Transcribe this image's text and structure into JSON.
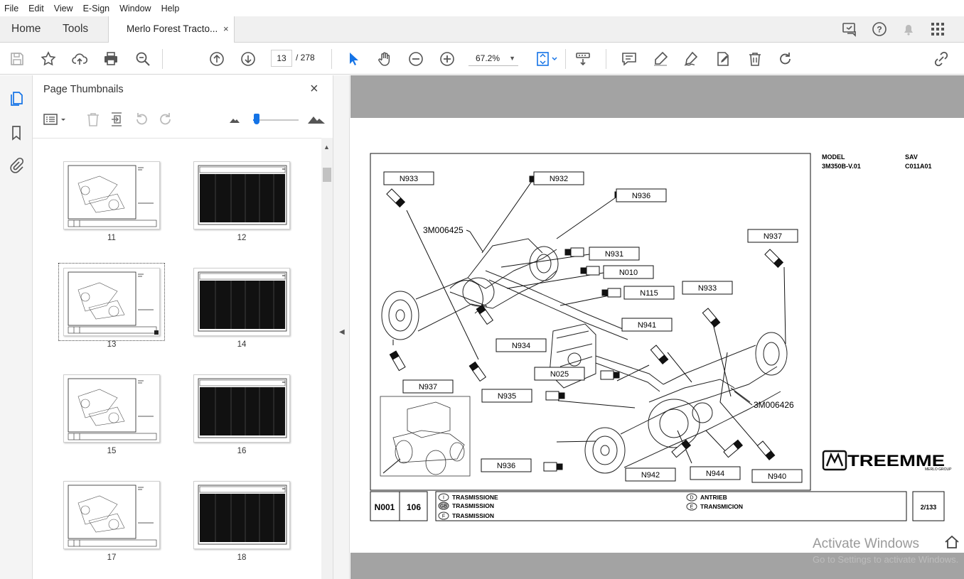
{
  "menu": [
    "File",
    "Edit",
    "View",
    "E-Sign",
    "Window",
    "Help"
  ],
  "tabs": {
    "home": "Home",
    "tools": "Tools",
    "document": "Merlo Forest Tracto...",
    "close": "×"
  },
  "toolbar": {
    "current_page": "13",
    "total_pages": "/  278",
    "zoom": "67.2%",
    "icons": [
      "save-icon",
      "bookmark-star-icon",
      "upload-cloud-icon",
      "print-icon",
      "search-zoom-icon",
      "page-up-icon",
      "page-down-icon",
      "select-arrow-icon",
      "hand-icon",
      "zoom-out-icon",
      "zoom-in-icon",
      "fit-page-icon",
      "scroll-mode-icon",
      "comment-icon",
      "highlight-pen-icon",
      "sign-icon",
      "edit-pdf-icon",
      "delete-icon",
      "rotate-icon",
      "share-link-icon"
    ]
  },
  "panel": {
    "title": "Page Thumbnails",
    "close": "×",
    "thumbnail_size_fraction": 0.06,
    "thumbnails": [
      {
        "num": "11",
        "kind": "drawing"
      },
      {
        "num": "12",
        "kind": "table"
      },
      {
        "num": "13",
        "kind": "drawing",
        "selected": true
      },
      {
        "num": "14",
        "kind": "table"
      },
      {
        "num": "15",
        "kind": "drawing"
      },
      {
        "num": "16",
        "kind": "table"
      },
      {
        "num": "17",
        "kind": "drawing"
      },
      {
        "num": "18",
        "kind": "table"
      }
    ]
  },
  "document_page": {
    "model_label": "MODEL",
    "model_value": "3M350B-V.01",
    "sav_label": "SAV",
    "sav_value": "C011A01",
    "brand": "TREEMME",
    "brand_sub": "MERLO GROUP",
    "part_labels": [
      "N933",
      "N932",
      "N936",
      "N937",
      "N931",
      "N010",
      "N115",
      "N933",
      "N941",
      "N934",
      "N025",
      "N937",
      "N935",
      "N936",
      "N942",
      "N944",
      "N940"
    ],
    "assembly_codes": [
      "3M006425",
      "3M006426"
    ],
    "footer": {
      "code": "N001",
      "number": "106",
      "lang_markers": [
        "I",
        "GB",
        "F",
        "D",
        "E"
      ],
      "descriptions": [
        "TRASMISSIONE",
        "TRASMISSION",
        "TRASMISSION",
        "ANTRIEB",
        "TRANSMICION"
      ],
      "page_ref": "2/133"
    }
  },
  "watermark": {
    "title": "Activate Windows",
    "subtitle": "Go to Settings to activate Windows."
  }
}
